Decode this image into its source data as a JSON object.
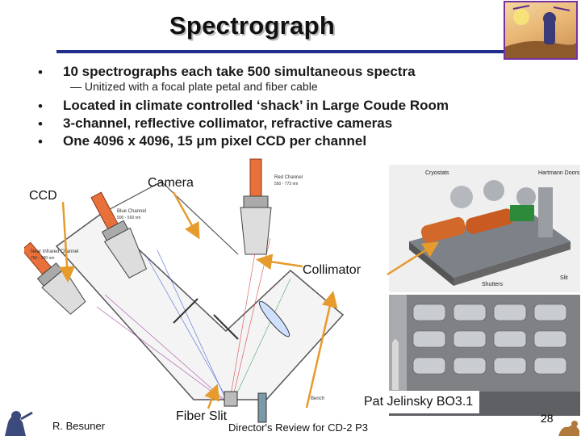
{
  "slide": {
    "title": "Spectrograph",
    "bullets": [
      "10 spectrographs each take 500 simultaneous spectra",
      "Located in climate controlled ‘shack’ in Large Coude Room",
      "3-channel, reflective collimator, refractive cameras",
      "One 4096 x 4096, 15 μm pixel CCD per channel"
    ],
    "bullet_marker": "•",
    "sub_bullet": "— Unitized with a focal plate petal and fiber cable"
  },
  "labels": {
    "camera": "Camera",
    "ccd": "CCD",
    "collimator": "Collimator",
    "fiber_slit": "Fiber Slit",
    "credit": "Pat Jelinsky BO3.1"
  },
  "diagram": {
    "red_channel": "Red Channel",
    "red_range": "550 - 772 nm",
    "blue_channel": "Blue Channel",
    "blue_range": "500 - 593 nm",
    "nir_channel": "Near Infrared Channel",
    "nir_range": "760 - 980 nm",
    "bench": "Bench"
  },
  "photo": {
    "cryostats": "Cryostats",
    "hartmann_doors": "Hartmann Doors",
    "shutters": "Shutters",
    "slit": "Slit"
  },
  "footer": {
    "left": "R. Besuner",
    "center": "Director's Review for CD-2 P3",
    "page": "28"
  },
  "colors": {
    "title_rule": "#1f2d8c",
    "arrow": "#e69b2c",
    "camera_orange": "#e8703a"
  }
}
